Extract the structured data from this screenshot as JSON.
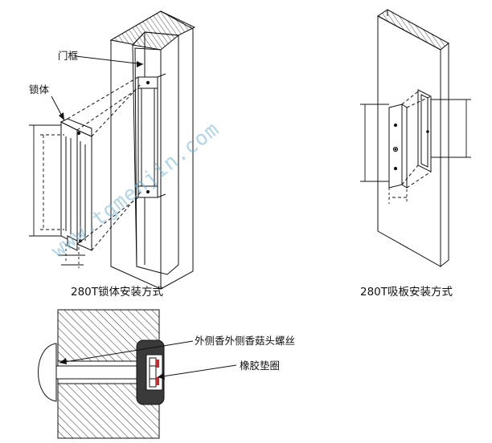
{
  "labels": {
    "door_frame": "门框",
    "lock_body": "锁体",
    "screw": "外侧香外侧香菇头螺丝",
    "rubber_washer": "橡胶垫圈"
  },
  "captions": {
    "left": "280T锁体安装方式",
    "right": "280T吸板安装方式"
  },
  "watermark": "www.tgmenjin.com",
  "colors": {
    "line": "#111111",
    "watermark": "#6fb3d9",
    "red_accent": "#cc2b2b"
  }
}
